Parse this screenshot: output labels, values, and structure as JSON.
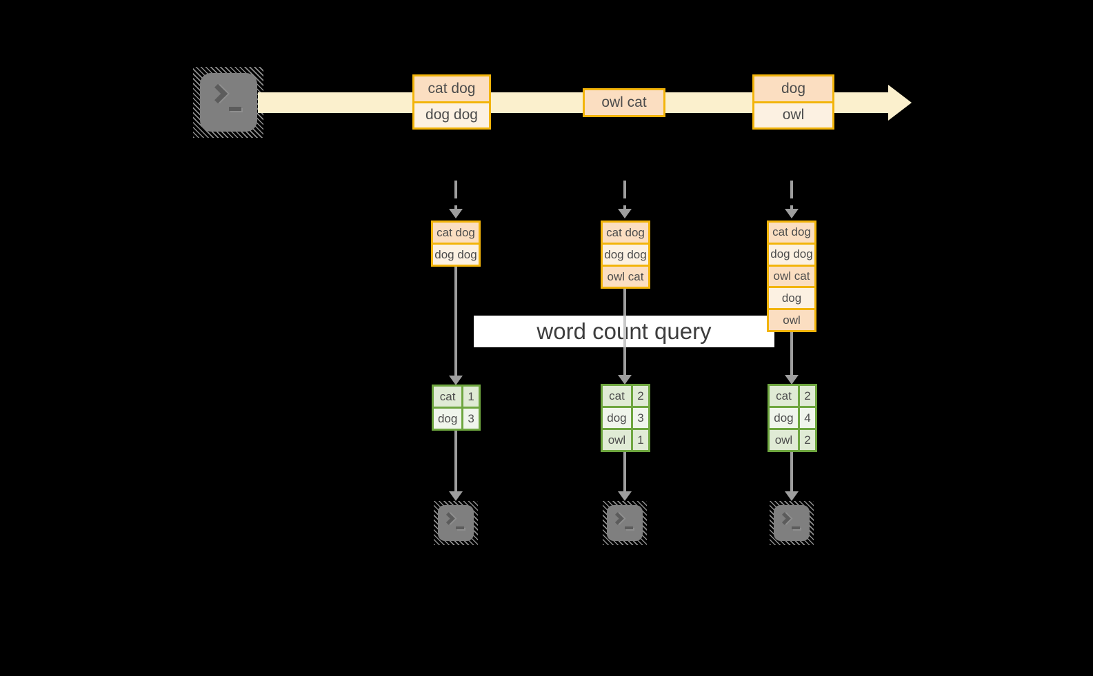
{
  "diagram": {
    "query_label": "word count query",
    "description_visible_elements": "streaming word count: source terminal emits word batches on a stream; per-step accumulated input, count tables, and sink terminals"
  },
  "stream": {
    "source_icon": "terminal-icon",
    "direction": "right",
    "events": [
      {
        "lines": [
          "cat dog",
          "dog dog"
        ]
      },
      {
        "lines": [
          "owl cat"
        ]
      },
      {
        "lines": [
          "dog",
          "owl"
        ]
      }
    ]
  },
  "columns": [
    {
      "accumulated": [
        "cat dog",
        "dog dog"
      ],
      "counts": [
        {
          "word": "cat",
          "count": "1"
        },
        {
          "word": "dog",
          "count": "3"
        }
      ],
      "sink_icon": "terminal-icon"
    },
    {
      "accumulated": [
        "cat dog",
        "dog dog",
        "owl cat"
      ],
      "counts": [
        {
          "word": "cat",
          "count": "2"
        },
        {
          "word": "dog",
          "count": "3"
        },
        {
          "word": "owl",
          "count": "1"
        }
      ],
      "sink_icon": "terminal-icon"
    },
    {
      "accumulated": [
        "cat dog",
        "dog dog",
        "owl cat",
        "dog",
        "owl"
      ],
      "counts": [
        {
          "word": "cat",
          "count": "2"
        },
        {
          "word": "dog",
          "count": "4"
        },
        {
          "word": "owl",
          "count": "2"
        }
      ],
      "sink_icon": "terminal-icon"
    }
  ],
  "colors": {
    "background": "#000000",
    "stream_band": "#FBF0CD",
    "box_border": "#F2B40A",
    "box_fill_dark": "#FBDEC1",
    "box_fill_light": "#FCF1E2",
    "table_border": "#6EA63F",
    "table_fill_dark": "#E0EBD5",
    "table_fill_light": "#F0F5EC",
    "arrow_gray": "#9E9E9E",
    "terminal_gray": "#7F7F7F",
    "query_band": "#FFFFFF",
    "text": "#4C4C4C"
  }
}
